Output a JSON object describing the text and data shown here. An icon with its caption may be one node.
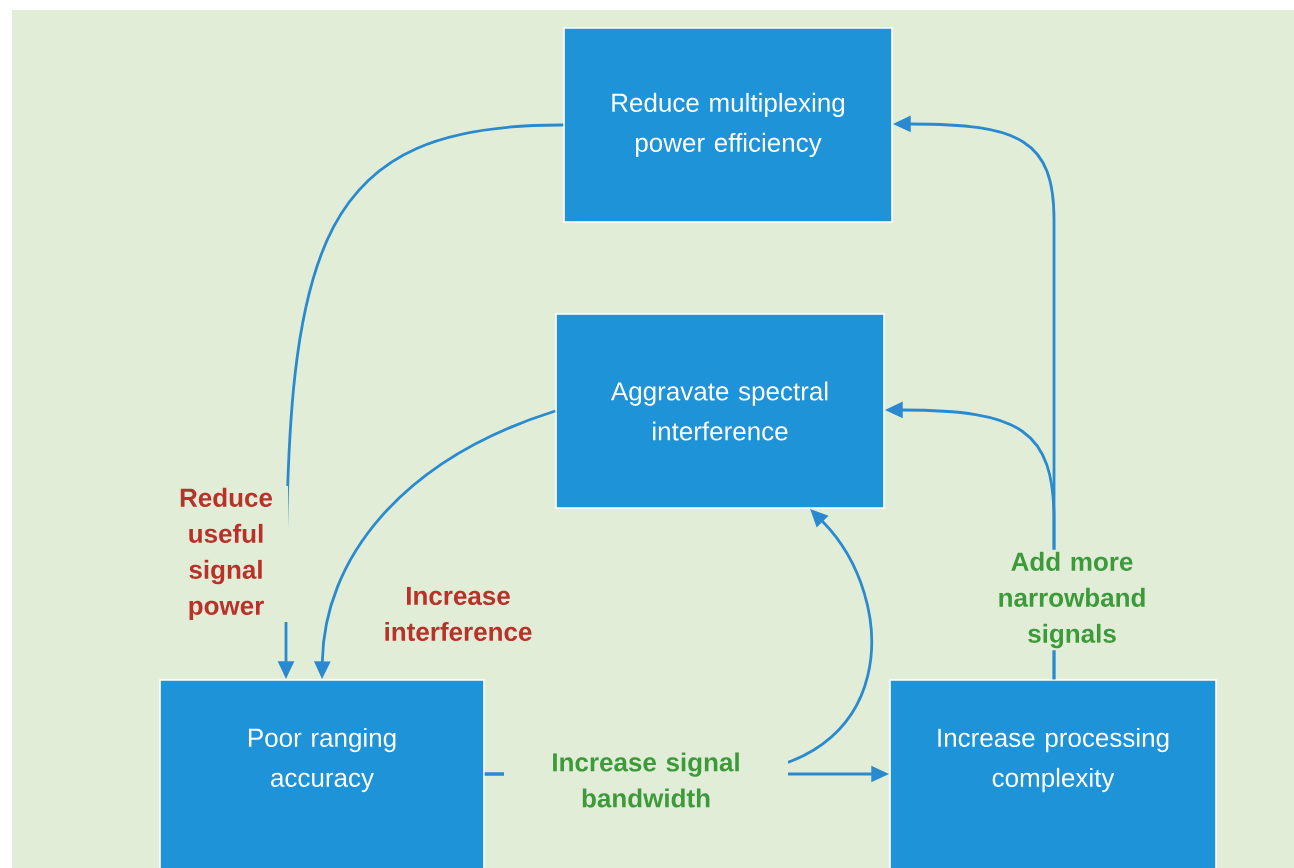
{
  "diagram": {
    "nodes": [
      {
        "text": [
          "Reduce multiplexing power efficiency"
        ]
      },
      {
        "text": [
          "Aggravate spectral interference"
        ]
      },
      {
        "text": [
          "Poor ranging accuracy"
        ]
      },
      {
        "text": [
          "Increase processing complexity"
        ]
      }
    ],
    "edges": [
      {
        "from": 0,
        "to": 2,
        "arrow": "to",
        "label": "Reduce useful signal power"
      },
      {
        "from": 1,
        "to": 2,
        "arrow": "to",
        "label": "Increase interference"
      },
      {
        "from": 2,
        "to": 3,
        "arrow": "to",
        "label": "Increase signal bandwidth"
      },
      {
        "from": 2,
        "to": 1,
        "arrow": "to"
      },
      {
        "from": 3,
        "to": 0,
        "arrow": "to"
      },
      {
        "from": 3,
        "to": 1,
        "arrow": "to",
        "label": "Add more narrowband signals"
      }
    ]
  }
}
